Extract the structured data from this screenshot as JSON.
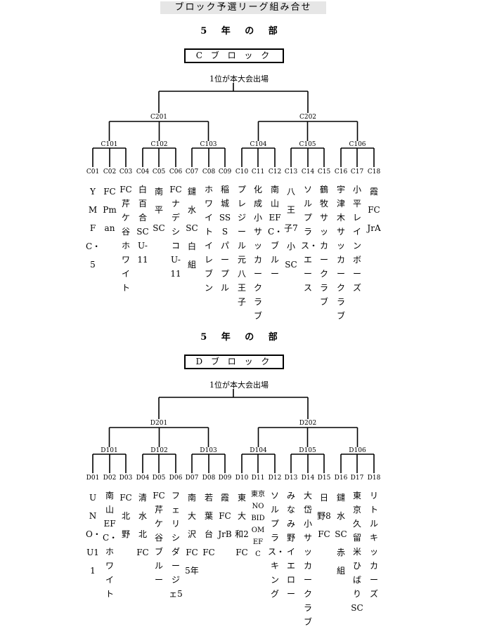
{
  "page_title": "ブロック予選リーグ組み合せ",
  "sections": [
    {
      "grade_title": "5 年 の 部",
      "block_label": "C ブ ロ ッ ク",
      "advance_note": "1位が本大会出場",
      "top_nodes": [
        "C201",
        "C202"
      ],
      "mid_nodes": [
        "C101",
        "C102",
        "C103",
        "C104",
        "C105",
        "C106"
      ],
      "teams": [
        {
          "code": "C01",
          "name": "YMFC・5"
        },
        {
          "code": "C02",
          "name": "FCPman"
        },
        {
          "code": "C03",
          "name": "FC芹ケ谷ホワイト"
        },
        {
          "code": "C04",
          "name": "白百合SCU-11"
        },
        {
          "code": "C05",
          "name": "南平SC"
        },
        {
          "code": "C06",
          "name": "FCナデシコU-11"
        },
        {
          "code": "C07",
          "name": "鑓水SC白組"
        },
        {
          "code": "C08",
          "name": "ホワイトイレブン"
        },
        {
          "code": "C09",
          "name": "稲城SSSパープル"
        },
        {
          "code": "C10",
          "name": "プレジール元八王子"
        },
        {
          "code": "C11",
          "name": "化成小サッカークラブ"
        },
        {
          "code": "C12",
          "name": "南山EFC・ブルー"
        },
        {
          "code": "C13",
          "name": "八王子7小SC"
        },
        {
          "code": "C14",
          "name": "ソルプラス・エース"
        },
        {
          "code": "C15",
          "name": "鶴牧サッカークラブ"
        },
        {
          "code": "C16",
          "name": "宇津木サッカークラブ"
        },
        {
          "code": "C17",
          "name": "小平レインボーズ"
        },
        {
          "code": "C18",
          "name": "霞FCJrA"
        }
      ]
    },
    {
      "grade_title": "5 年 の 部",
      "block_label": "D ブ ロ ッ ク",
      "advance_note": "1位が本大会出場",
      "top_nodes": [
        "D201",
        "D202"
      ],
      "mid_nodes": [
        "D101",
        "D102",
        "D103",
        "D104",
        "D105",
        "D106"
      ],
      "teams": [
        {
          "code": "D01",
          "name": "UNO・U11"
        },
        {
          "code": "D02",
          "name": "南山EFC・ホワイト"
        },
        {
          "code": "D03",
          "name": "FC北野"
        },
        {
          "code": "D04",
          "name": "清水北FC"
        },
        {
          "code": "D05",
          "name": "FC芹ケ谷ブルー"
        },
        {
          "code": "D06",
          "name": "フェリシダージェ5"
        },
        {
          "code": "D07",
          "name": "南大沢FC5年"
        },
        {
          "code": "D08",
          "name": "若葉台FC"
        },
        {
          "code": "D09",
          "name": "霞FCJrB"
        },
        {
          "code": "D10",
          "name": "東大和2FC"
        },
        {
          "code": "D11",
          "name": "東京NOBIDOMEFC"
        },
        {
          "code": "D12",
          "name": "ソルプラス・キング"
        },
        {
          "code": "D13",
          "name": "みなみ野イエロー"
        },
        {
          "code": "D14",
          "name": "大岱小サッカークラブ"
        },
        {
          "code": "D15",
          "name": "日野8FC"
        },
        {
          "code": "D16",
          "name": "鑓水SC赤組"
        },
        {
          "code": "D17",
          "name": "東京久留米ひばりSC"
        },
        {
          "code": "D18",
          "name": "リトルキッカーズ"
        }
      ]
    }
  ]
}
